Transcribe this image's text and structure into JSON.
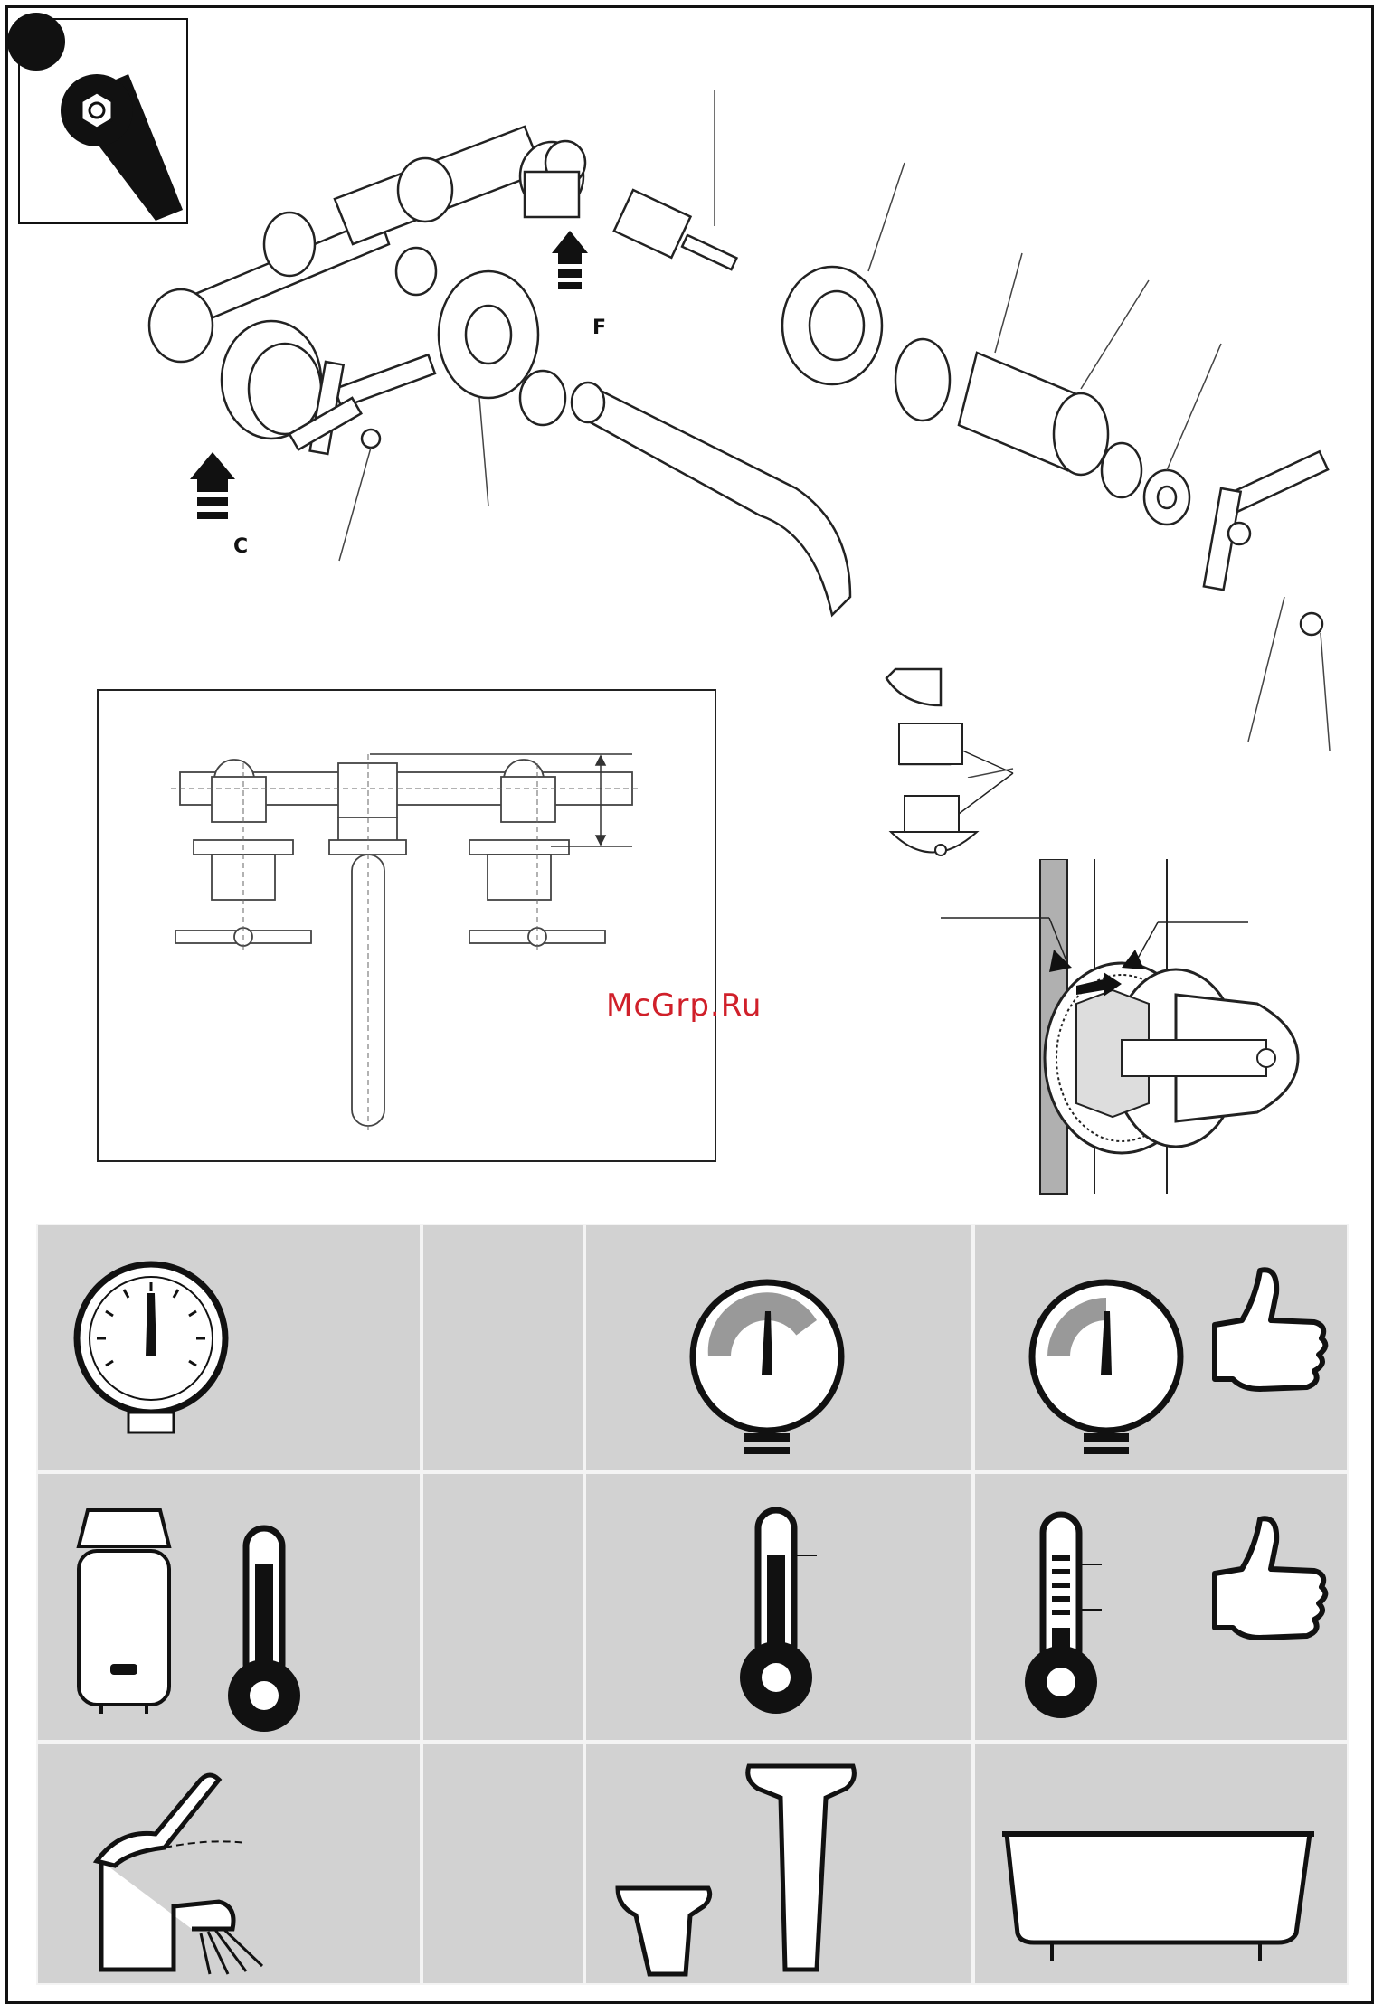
{
  "labels": {
    "arrow_c": "C",
    "arrow_f": "F"
  },
  "watermark": "McGrp.Ru",
  "icons": {
    "tool": "wrench-nut-icon",
    "pressure_low": "pressure-gauge-icon",
    "pressure_mid": "pressure-gauge-icon",
    "pressure_ok": "pressure-gauge-icon",
    "thumbs_up": "thumbs-up-icon",
    "water_heater": "water-heater-icon",
    "thermometer": "thermometer-icon",
    "faucet": "faucet-icon",
    "sink": "pedestal-sink-icon",
    "toilet": "bidet-icon",
    "bathtub": "bathtub-icon"
  },
  "colors": {
    "watermark": "#d0202a",
    "grid_bg": "#d2d2d2"
  }
}
